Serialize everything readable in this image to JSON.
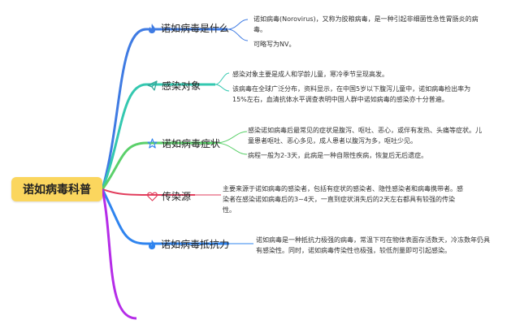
{
  "root": {
    "label": "诺如病毒科普"
  },
  "branches": [
    {
      "label": "诺如病毒是什么",
      "icon": "flame-icon",
      "color": "#3f7be3",
      "notes": [
        "诺如病毒(Norovirus)，又称为胶粮病毒，是一种引起非细菌性急性胃肠炎的病毒。",
        "可略写为NV。"
      ]
    },
    {
      "label": "感染对象",
      "icon": "paper-plane-icon",
      "color": "#34c8b0",
      "notes": [
        "感染对象主要是成人和学龄儿童，寒冷季节呈现高发。",
        "该病毒在全球广泛分布，资料显示，在中国5岁以下腹泻儿童中，诺如病毒检出率为15%左右，血清抗体水平调查表明中国人群中诺如病毒的感染亦十分普遍。"
      ]
    },
    {
      "label": "诺如病毒症状",
      "icon": "star-icon",
      "color": "#5bd06a",
      "notes": [
        "感染诺如病毒后最常见的症状是腹泻、呕吐、恶心，或伴有发热、头痛等症状。儿童患者呕吐、恶心多见，成人患者以腹泻为多，呕吐少见。",
        "病程一般为2-3天，此病是一种自限性疾病，恢复后无后遗症。"
      ]
    },
    {
      "label": "传染源",
      "icon": "heart-icon",
      "color": "#e23d5c",
      "notes": [
        "主要来源于诺如病毒的感染者，包括有症状的感染者、隐性感染者和病毒携带者。感染者在感染诺如病毒后的3~4天，一直到症状消失后的2天左右都具有较强的传染性。"
      ]
    },
    {
      "label": "诺如病毒抵抗力",
      "icon": "flame-icon",
      "color": "#2f84ef",
      "notes": [
        "诺如病毒是一种抵抗力极强的病毒，常温下可在物体表面存活数天，冷冻数年仍具有感染性。同时，诺如病毒传染性也极强，较低剂量即可引起感染。"
      ]
    }
  ],
  "extra_branch": {
    "color": "#b52ce8"
  }
}
